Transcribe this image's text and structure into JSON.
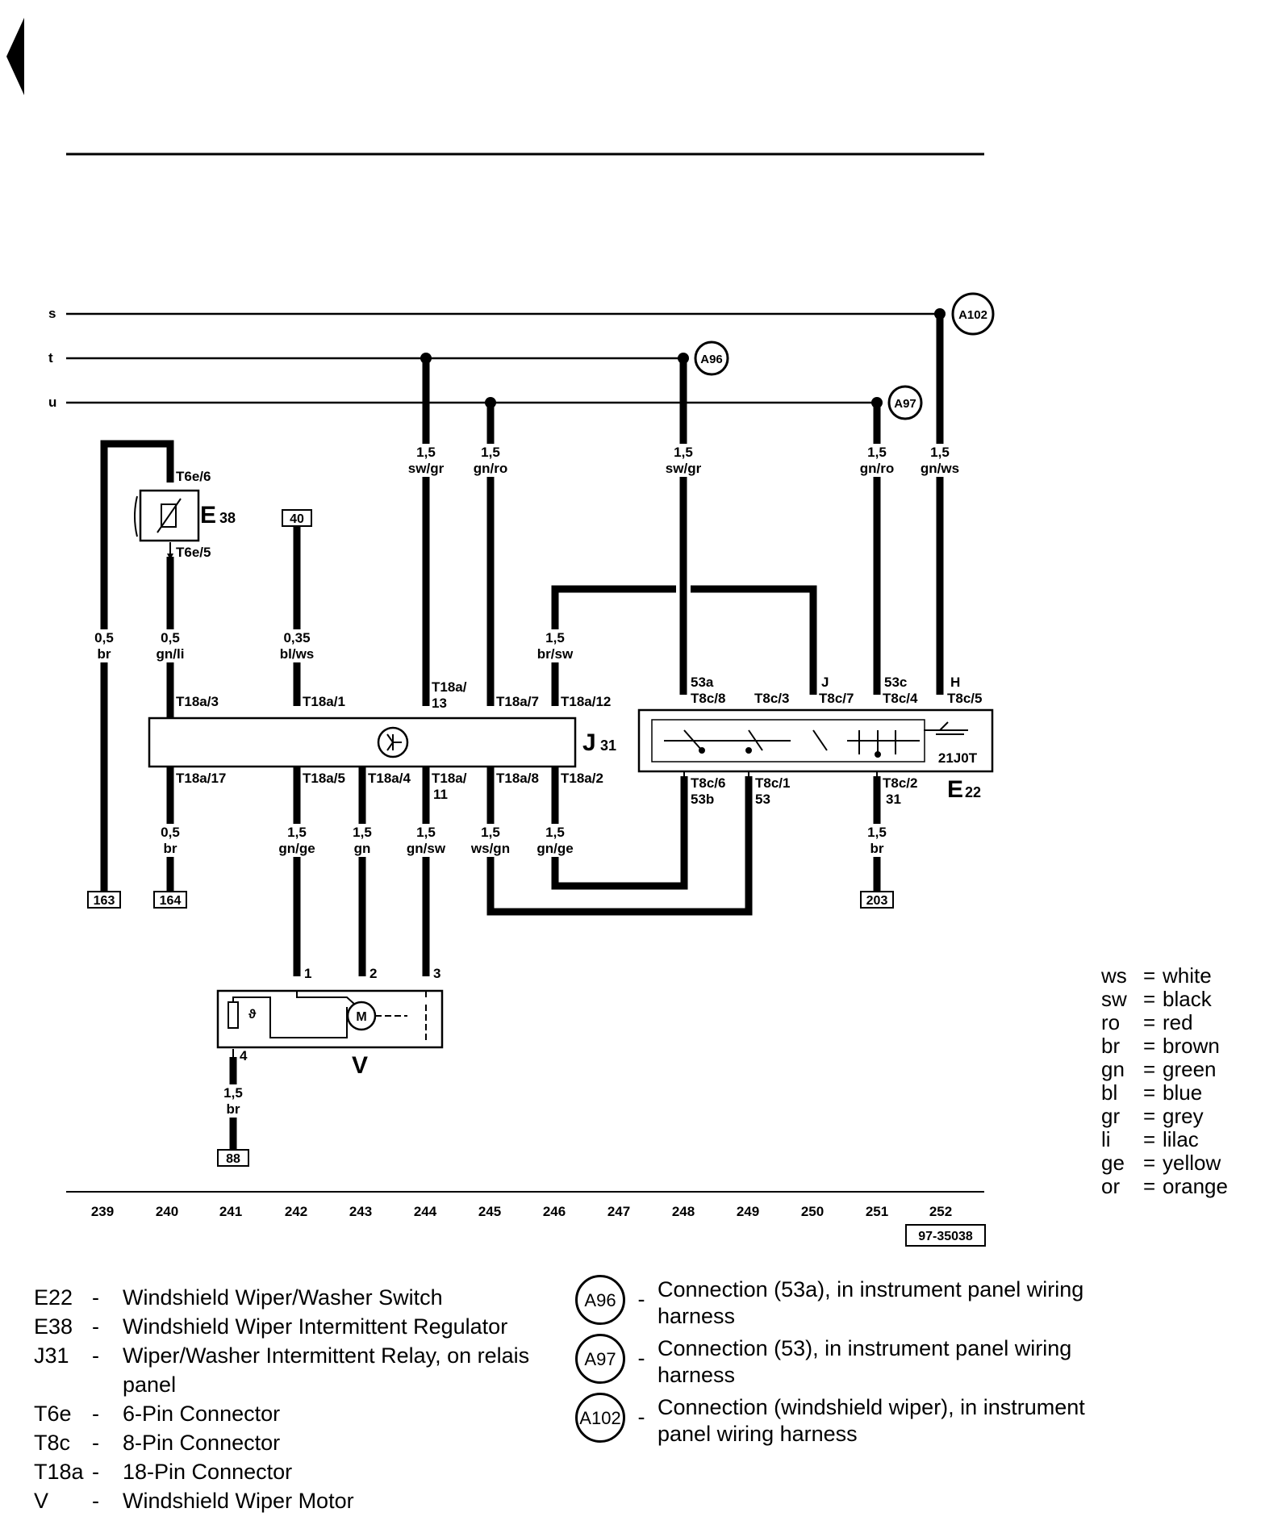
{
  "rails": [
    {
      "id": "s",
      "label": "s"
    },
    {
      "id": "t",
      "label": "t"
    },
    {
      "id": "u",
      "label": "u"
    }
  ],
  "components": {
    "e38": {
      "label": "E",
      "sub": "38"
    },
    "j31": {
      "label": "J",
      "sub": "31",
      "symbol": "clock-relay-icon"
    },
    "e22": {
      "label": "E",
      "sub": "22",
      "part_number": "21J0T"
    },
    "v": {
      "label": "V",
      "motor_symbol": "M"
    }
  },
  "connections": {
    "a96": "A96",
    "a97": "A97",
    "a102": "A102"
  },
  "wires": {
    "w_239": [
      "0,5",
      "br"
    ],
    "w_240": [
      "0,5",
      "gn/li"
    ],
    "w_242_top": [
      "0,35",
      "bl/ws"
    ],
    "w_244_top": [
      "1,5",
      "sw/gr"
    ],
    "w_245_top": [
      "1,5",
      "gn/ro"
    ],
    "w_246_top": [
      "1,5",
      "br/sw"
    ],
    "w_248_top": [
      "1,5",
      "sw/gr"
    ],
    "w_251_top": [
      "1,5",
      "gn/ro"
    ],
    "w_252_top": [
      "1,5",
      "gn/ws"
    ],
    "w_240_bot": [
      "0,5",
      "br"
    ],
    "w_242_bot": [
      "1,5",
      "gn/ge"
    ],
    "w_243_bot": [
      "1,5",
      "gn"
    ],
    "w_244_bot": [
      "1,5",
      "gn/sw"
    ],
    "w_245_bot": [
      "1,5",
      "ws/gn"
    ],
    "w_246_bot": [
      "1,5",
      "gn/ge"
    ],
    "w_251_bot": [
      "1,5",
      "br"
    ],
    "w_241_bot": [
      "1,5",
      "br"
    ]
  },
  "pins": {
    "t6e6": "T6e/6",
    "t6e5": "T6e/5",
    "t18a3": "T18a/3",
    "t18a1": "T18a/1",
    "t18a13a": "T18a/",
    "t18a13b": "13",
    "t18a7": "T18a/7",
    "t18a12": "T18a/12",
    "t18a17": "T18a/17",
    "t18a5": "T18a/5",
    "t18a4": "T18a/4",
    "t18a11a": "T18a/",
    "t18a11b": "11",
    "t18a8": "T18a/8",
    "t18a2": "T18a/2",
    "t8c8a": "53a",
    "t8c8b": "T8c/8",
    "t8c3": "T8c/3",
    "t8c7a": "J",
    "t8c7b": "T8c/7",
    "t8c4a": "53c",
    "t8c4b": "T8c/4",
    "t8c5a": "H",
    "t8c5b": "T8c/5",
    "t8c6a": "T8c/6",
    "t8c6b": "53b",
    "t8c1a": "T8c/1",
    "t8c1b": "53",
    "t8c2a": "T8c/2",
    "t8c2b": "31",
    "v1": "1",
    "v2": "2",
    "v3": "3",
    "v4": "4"
  },
  "refs": {
    "r40": "40",
    "r163": "163",
    "r164": "164",
    "r203": "203",
    "r88": "88"
  },
  "track_numbers": [
    "239",
    "240",
    "241",
    "242",
    "243",
    "244",
    "245",
    "246",
    "247",
    "248",
    "249",
    "250",
    "251",
    "252"
  ],
  "drawing_number": "97-35038",
  "color_legend": [
    {
      "code": "ws",
      "name": "white"
    },
    {
      "code": "sw",
      "name": "black"
    },
    {
      "code": "ro",
      "name": "red"
    },
    {
      "code": "br",
      "name": "brown"
    },
    {
      "code": "gn",
      "name": "green"
    },
    {
      "code": "bl",
      "name": "blue"
    },
    {
      "code": "gr",
      "name": "grey"
    },
    {
      "code": "li",
      "name": "lilac"
    },
    {
      "code": "ge",
      "name": "yellow"
    },
    {
      "code": "or",
      "name": "orange"
    }
  ],
  "component_list": [
    {
      "code": "E22",
      "desc": "Windshield Wiper/Washer Switch"
    },
    {
      "code": "E38",
      "desc": "Windshield Wiper Intermittent Regulator"
    },
    {
      "code": "J31",
      "desc": "Wiper/Washer Intermittent Relay, on relais panel"
    },
    {
      "code": "T6e",
      "desc": "6-Pin Connector"
    },
    {
      "code": "T8c",
      "desc": "8-Pin Connector"
    },
    {
      "code": "T18a",
      "desc": "18-Pin Connector"
    },
    {
      "code": "V",
      "desc": "Windshield Wiper Motor"
    }
  ],
  "connection_list": [
    {
      "badge": "A96",
      "desc": "Connection (53a), in instrument panel wiring harness"
    },
    {
      "badge": "A97",
      "desc": "Connection (53), in instrument panel wiring harness"
    },
    {
      "badge": "A102",
      "desc": "Connection (windshield wiper), in instrument panel wiring harness"
    }
  ],
  "colors": {
    "ink": "#000000",
    "paper": "#ffffff"
  }
}
